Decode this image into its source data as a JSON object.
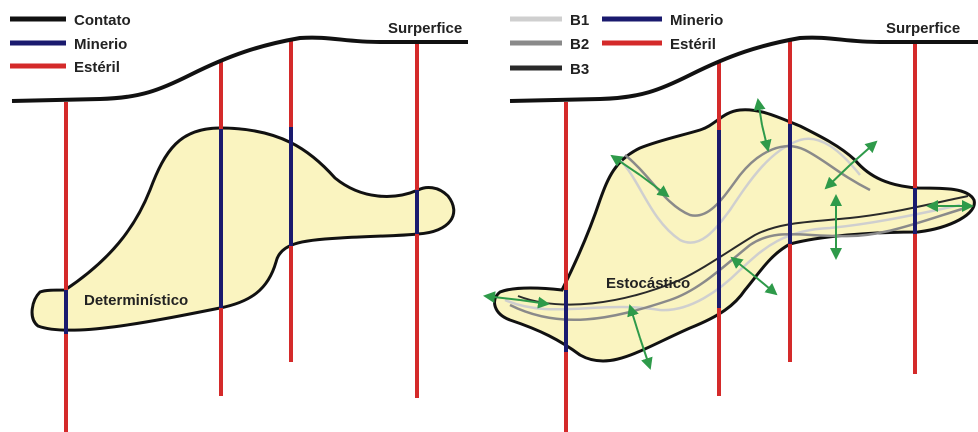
{
  "left_panel": {
    "legend": [
      {
        "label": "Contato",
        "color": "#111111"
      },
      {
        "label": "Minerio",
        "color": "#1a1a6e"
      },
      {
        "label": "Estéril",
        "color": "#d42a2a"
      }
    ],
    "surface_label": "Surperfice",
    "body_label": "Determinístico"
  },
  "right_panel": {
    "legend_left": [
      {
        "label": "B1",
        "color": "#cfcfcf"
      },
      {
        "label": "B2",
        "color": "#8a8a8a"
      },
      {
        "label": "B3",
        "color": "#2a2a2a"
      }
    ],
    "legend_right": [
      {
        "label": "Minerio",
        "color": "#1a1a6e"
      },
      {
        "label": "Estéril",
        "color": "#d42a2a"
      }
    ],
    "surface_label": "Surperfice",
    "body_label": "Estocástico"
  },
  "colors": {
    "ore_fill": "#faf4c0",
    "contact": "#111111",
    "ore_intercept": "#1a1a6e",
    "waste_drillhole": "#d42a2a",
    "uncertainty_arrow": "#2e9a4a"
  }
}
